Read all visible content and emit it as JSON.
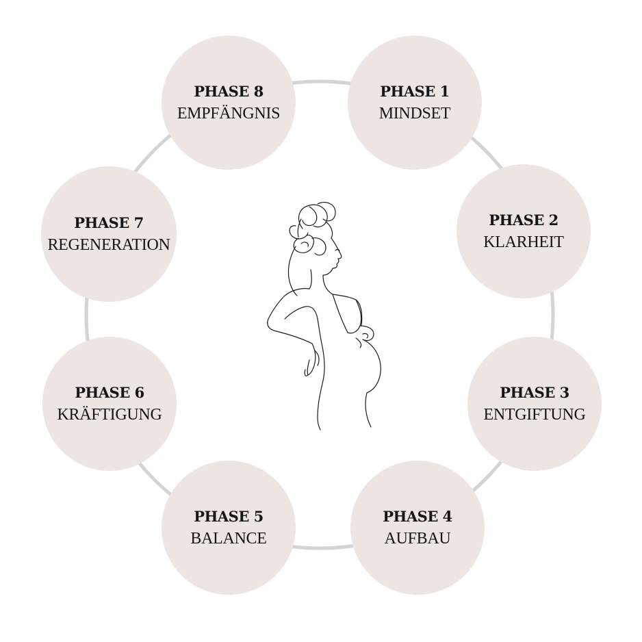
{
  "colors": {
    "circle_fill": "#ece5e2",
    "ring_stroke": "#d4d4d4",
    "text": "#151515",
    "line_art": "#1a1a1a"
  },
  "center_illustration": {
    "icon": "pregnant-woman-line-art-icon"
  },
  "phases": [
    {
      "title": "PHASE 1",
      "name": "MINDSET"
    },
    {
      "title": "PHASE 2",
      "name": "KLARHEIT"
    },
    {
      "title": "PHASE 3",
      "name": "ENTGIFTUNG"
    },
    {
      "title": "PHASE 4",
      "name": "AUFBAU"
    },
    {
      "title": "PHASE 5",
      "name": "BALANCE"
    },
    {
      "title": "PHASE 6",
      "name": "KRÄFTIGUNG"
    },
    {
      "title": "PHASE 7",
      "name": "REGENERATION"
    },
    {
      "title": "PHASE 8",
      "name": "EMPFÄNGNIS"
    }
  ]
}
